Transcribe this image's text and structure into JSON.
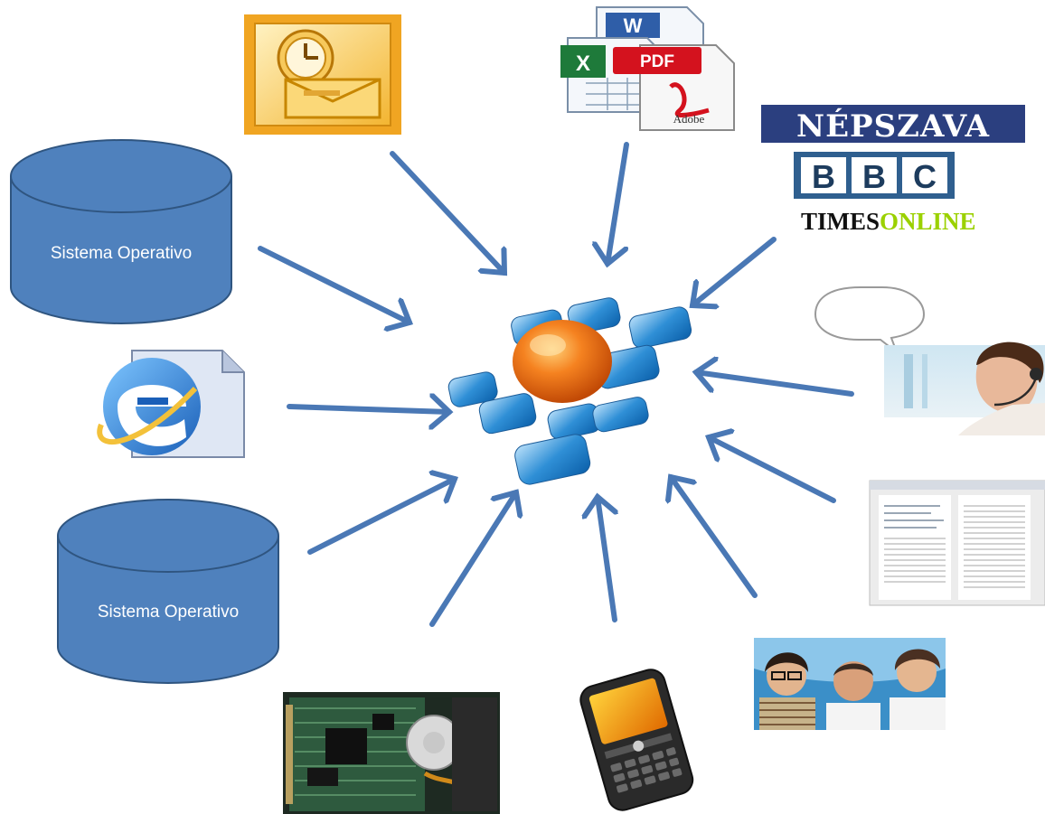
{
  "cylinders": [
    {
      "label": "Sistema Operativo"
    },
    {
      "label": "Sistema Operativo"
    }
  ],
  "news": {
    "nepszava": "NÉPSZAVA",
    "bbc": [
      "B",
      "B",
      "C"
    ],
    "times_a": "TIMES",
    "times_b": "ONLINE"
  },
  "docs": {
    "pdf": "PDF",
    "adobe": "Adobe"
  },
  "colors": {
    "arrow": "#4a78b5",
    "cylinder": "#4f81bd",
    "hub_orange": "#f07a1a",
    "hub_blue": "#2e7fc0"
  },
  "icons": [
    "outlook-icon",
    "office-docs-icon",
    "internet-explorer-icon",
    "speech-bubble-icon",
    "call-center-photo",
    "document-screenshot",
    "people-photo",
    "smartphone-icon",
    "hard-drive-photo",
    "hub-logo"
  ]
}
